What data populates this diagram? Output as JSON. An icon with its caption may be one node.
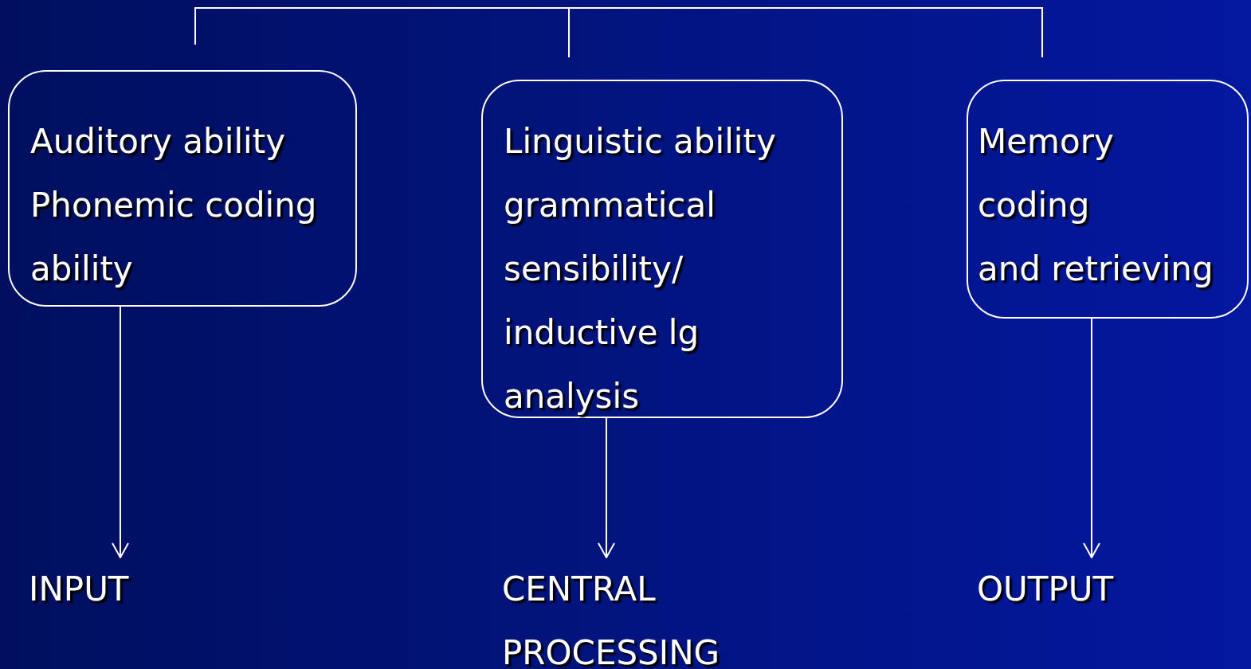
{
  "diagram": {
    "nodes": [
      {
        "text": [
          "Auditory ability",
          "Phonemic coding ability"
        ]
      },
      {
        "text": [
          "Linguistic ability",
          "grammatical sensibility/ inductive lg analysis"
        ]
      },
      {
        "text": [
          "Memory",
          "coding",
          "and retrieving"
        ]
      },
      {
        "text": [
          "INPUT"
        ]
      },
      {
        "text": [
          "CENTRAL PROCESSING"
        ]
      },
      {
        "text": [
          "OUTPUT"
        ]
      }
    ],
    "edges": [
      {
        "from": 0,
        "to": 3,
        "arrow": "to"
      },
      {
        "from": 1,
        "to": 4,
        "arrow": "to"
      },
      {
        "from": 2,
        "to": 5,
        "arrow": "to"
      }
    ]
  }
}
